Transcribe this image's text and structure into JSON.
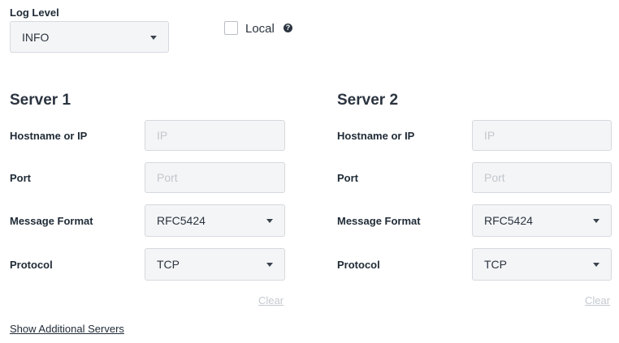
{
  "log_level": {
    "label": "Log Level",
    "value": "INFO"
  },
  "local": {
    "label": "Local",
    "checked": false,
    "help_icon": "question-circle-icon"
  },
  "servers": [
    {
      "title": "Server 1",
      "hostname_label": "Hostname or IP",
      "hostname_placeholder": "IP",
      "port_label": "Port",
      "port_placeholder": "Port",
      "format_label": "Message Format",
      "format_value": "RFC5424",
      "protocol_label": "Protocol",
      "protocol_value": "TCP",
      "clear_label": "Clear"
    },
    {
      "title": "Server 2",
      "hostname_label": "Hostname or IP",
      "hostname_placeholder": "IP",
      "port_label": "Port",
      "port_placeholder": "Port",
      "format_label": "Message Format",
      "format_value": "RFC5424",
      "protocol_label": "Protocol",
      "protocol_value": "TCP",
      "clear_label": "Clear"
    }
  ],
  "show_additional_label": "Show Additional Servers"
}
